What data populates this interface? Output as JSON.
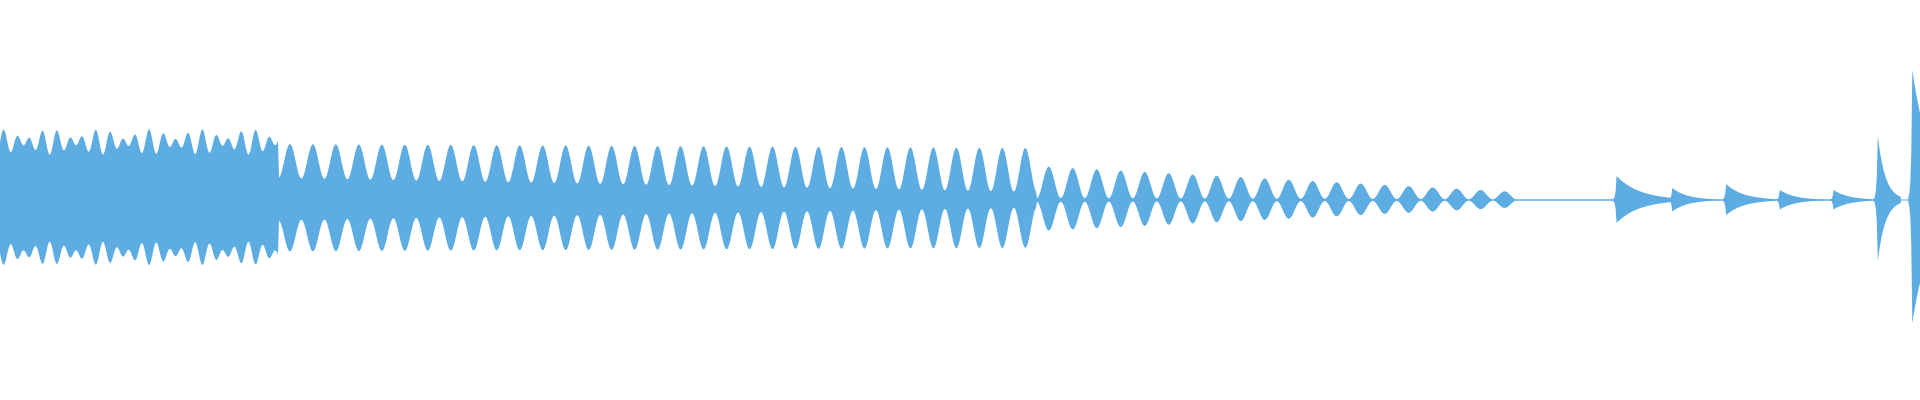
{
  "waveform": {
    "color": "#5dade2",
    "background": "#ffffff",
    "segments": [
      {
        "type": "dense",
        "from": 0.0,
        "to": 0.145,
        "amplitude": 0.29,
        "ripple": 0.08,
        "cycles": 7
      },
      {
        "type": "pulses",
        "from": 0.145,
        "to": 0.54,
        "count": 33,
        "amp_start": 0.28,
        "amp_end": 0.26,
        "neck_start": 0.11,
        "neck_end": 0.04
      },
      {
        "type": "pulses",
        "from": 0.54,
        "to": 0.79,
        "count": 20,
        "amp_start": 0.17,
        "amp_end": 0.04,
        "neck_start": 0.01,
        "neck_end": 0.003
      },
      {
        "type": "flat",
        "from": 0.79,
        "to": 0.975,
        "amplitude": 0.004
      }
    ],
    "transients": [
      {
        "position": 0.842,
        "amplitude": 0.12,
        "decay": 0.012
      },
      {
        "position": 0.871,
        "amplitude": 0.06,
        "decay": 0.008
      },
      {
        "position": 0.899,
        "amplitude": 0.08,
        "decay": 0.009
      },
      {
        "position": 0.927,
        "amplitude": 0.05,
        "decay": 0.008
      },
      {
        "position": 0.955,
        "amplitude": 0.05,
        "decay": 0.008
      },
      {
        "position": 0.978,
        "amplitude": 0.32,
        "decay": 0.004
      },
      {
        "position": 0.996,
        "amplitude": 0.65,
        "decay": 0.01
      }
    ]
  }
}
